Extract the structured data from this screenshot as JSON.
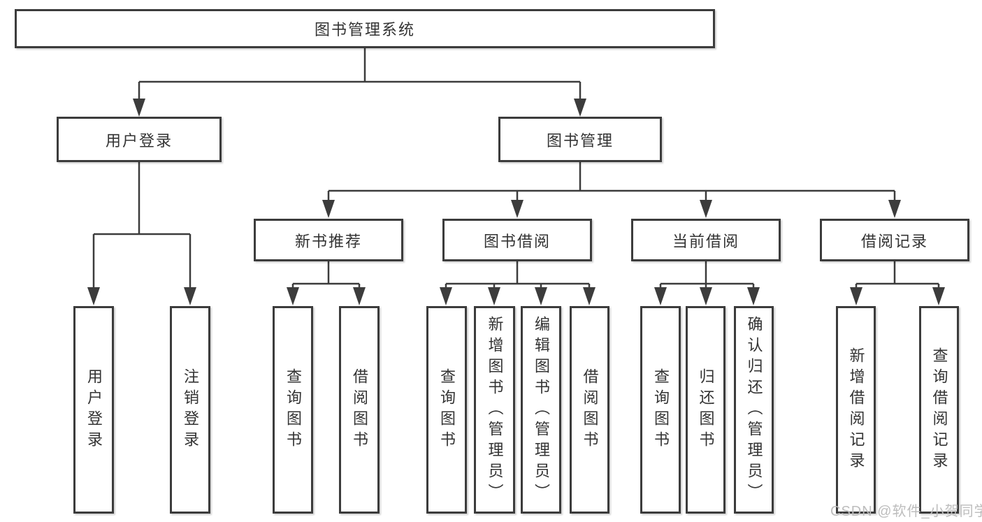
{
  "hierarchy": {
    "root": "图书管理系统",
    "children": [
      {
        "label": "用户登录",
        "children": [
          "用户登录",
          "注销登录"
        ]
      },
      {
        "label": "图书管理",
        "children": [
          {
            "label": "新书推荐",
            "children": [
              "查询图书",
              "借阅图书"
            ]
          },
          {
            "label": "图书借阅",
            "children": [
              "查询图书",
              "新增图书（管理员）",
              "编辑图书（管理员）",
              "借阅图书"
            ]
          },
          {
            "label": "当前借阅",
            "children": [
              "查询图书",
              "归还图书",
              "确认归还（管理员）"
            ]
          },
          {
            "label": "借阅记录",
            "children": [
              "新增借阅记录",
              "查询借阅记录"
            ]
          }
        ]
      }
    ]
  },
  "watermark": "CSDN @软件_小贺同学",
  "colors": {
    "background": "#ffffff",
    "box_border": "#3c3c3c",
    "connector_line": "#3c3c3c",
    "text": "#333333",
    "watermark_text": "#bdbdbd"
  }
}
